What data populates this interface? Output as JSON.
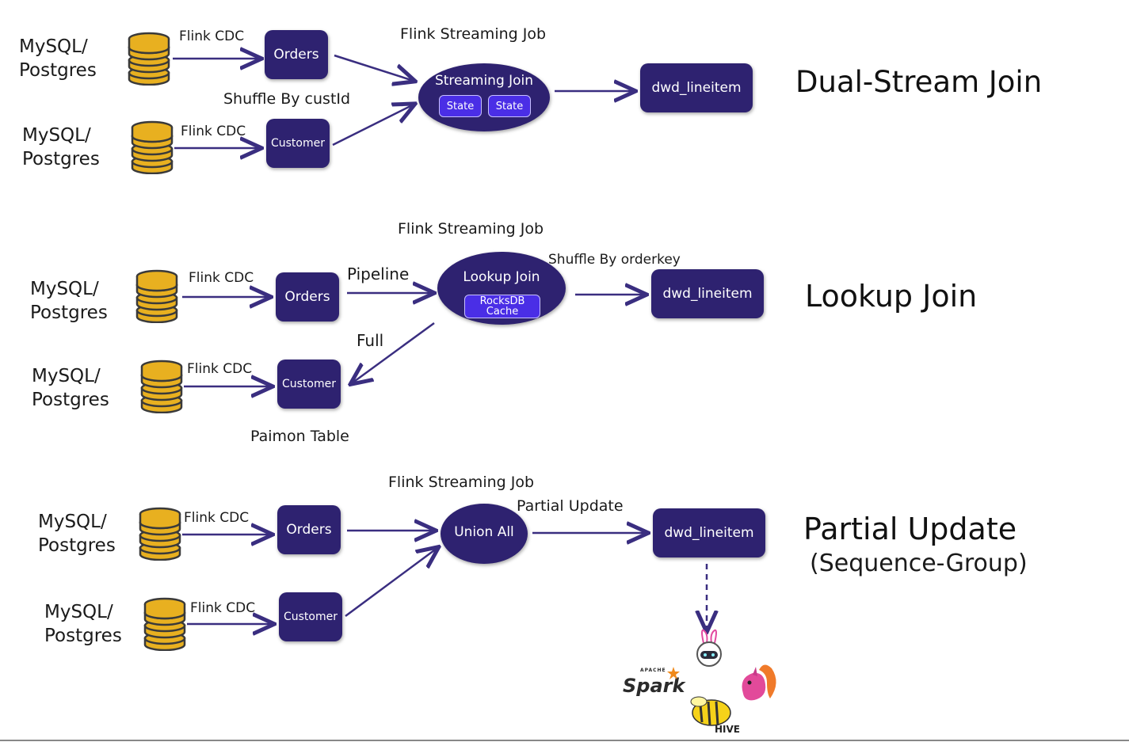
{
  "sections": [
    {
      "title": "Dual-Stream Join",
      "job_label": "Flink Streaming Job",
      "sources": [
        {
          "line1": "MySQL/",
          "line2": "Postgres",
          "edge": "Flink CDC",
          "table": "Orders"
        },
        {
          "line1": "MySQL/",
          "line2": "Postgres",
          "edge": "Flink CDC",
          "table": "Customer"
        }
      ],
      "operator": "Streaming Join",
      "states": [
        "State",
        "State"
      ],
      "edge_label": "Shuffle By custId",
      "sink": "dwd_lineitem"
    },
    {
      "title": "Lookup Join",
      "job_label": "Flink Streaming Job",
      "sources": [
        {
          "line1": "MySQL/",
          "line2": "Postgres",
          "edge": "Flink CDC",
          "table": "Orders"
        },
        {
          "line1": "MySQL/",
          "line2": "Postgres",
          "edge": "Flink CDC",
          "table": "Customer"
        }
      ],
      "operator": "Lookup Join",
      "cache": "RocksDB Cache",
      "pipeline_label": "Pipeline",
      "full_label": "Full",
      "shuffle_label": "Shuffle By orderkey",
      "paimon_label": "Paimon Table",
      "sink": "dwd_lineitem"
    },
    {
      "title": "Partial Update",
      "subtitle": "(Sequence-Group)",
      "job_label": "Flink Streaming Job",
      "sources": [
        {
          "line1": "MySQL/",
          "line2": "Postgres",
          "edge": "Flink CDC",
          "table": "Orders"
        },
        {
          "line1": "MySQL/",
          "line2": "Postgres",
          "edge": "Flink CDC",
          "table": "Customer"
        }
      ],
      "operator": "Union All",
      "edge_label": "Partial Update",
      "sink": "dwd_lineitem"
    }
  ],
  "engines": {
    "spark": "Spark",
    "spark_small": "APACHE",
    "hive": "HIVE"
  },
  "colors": {
    "box": "#2e2270",
    "inner": "#4a2ee6",
    "arrow": "#3a2e80",
    "db": "#e8b020"
  }
}
